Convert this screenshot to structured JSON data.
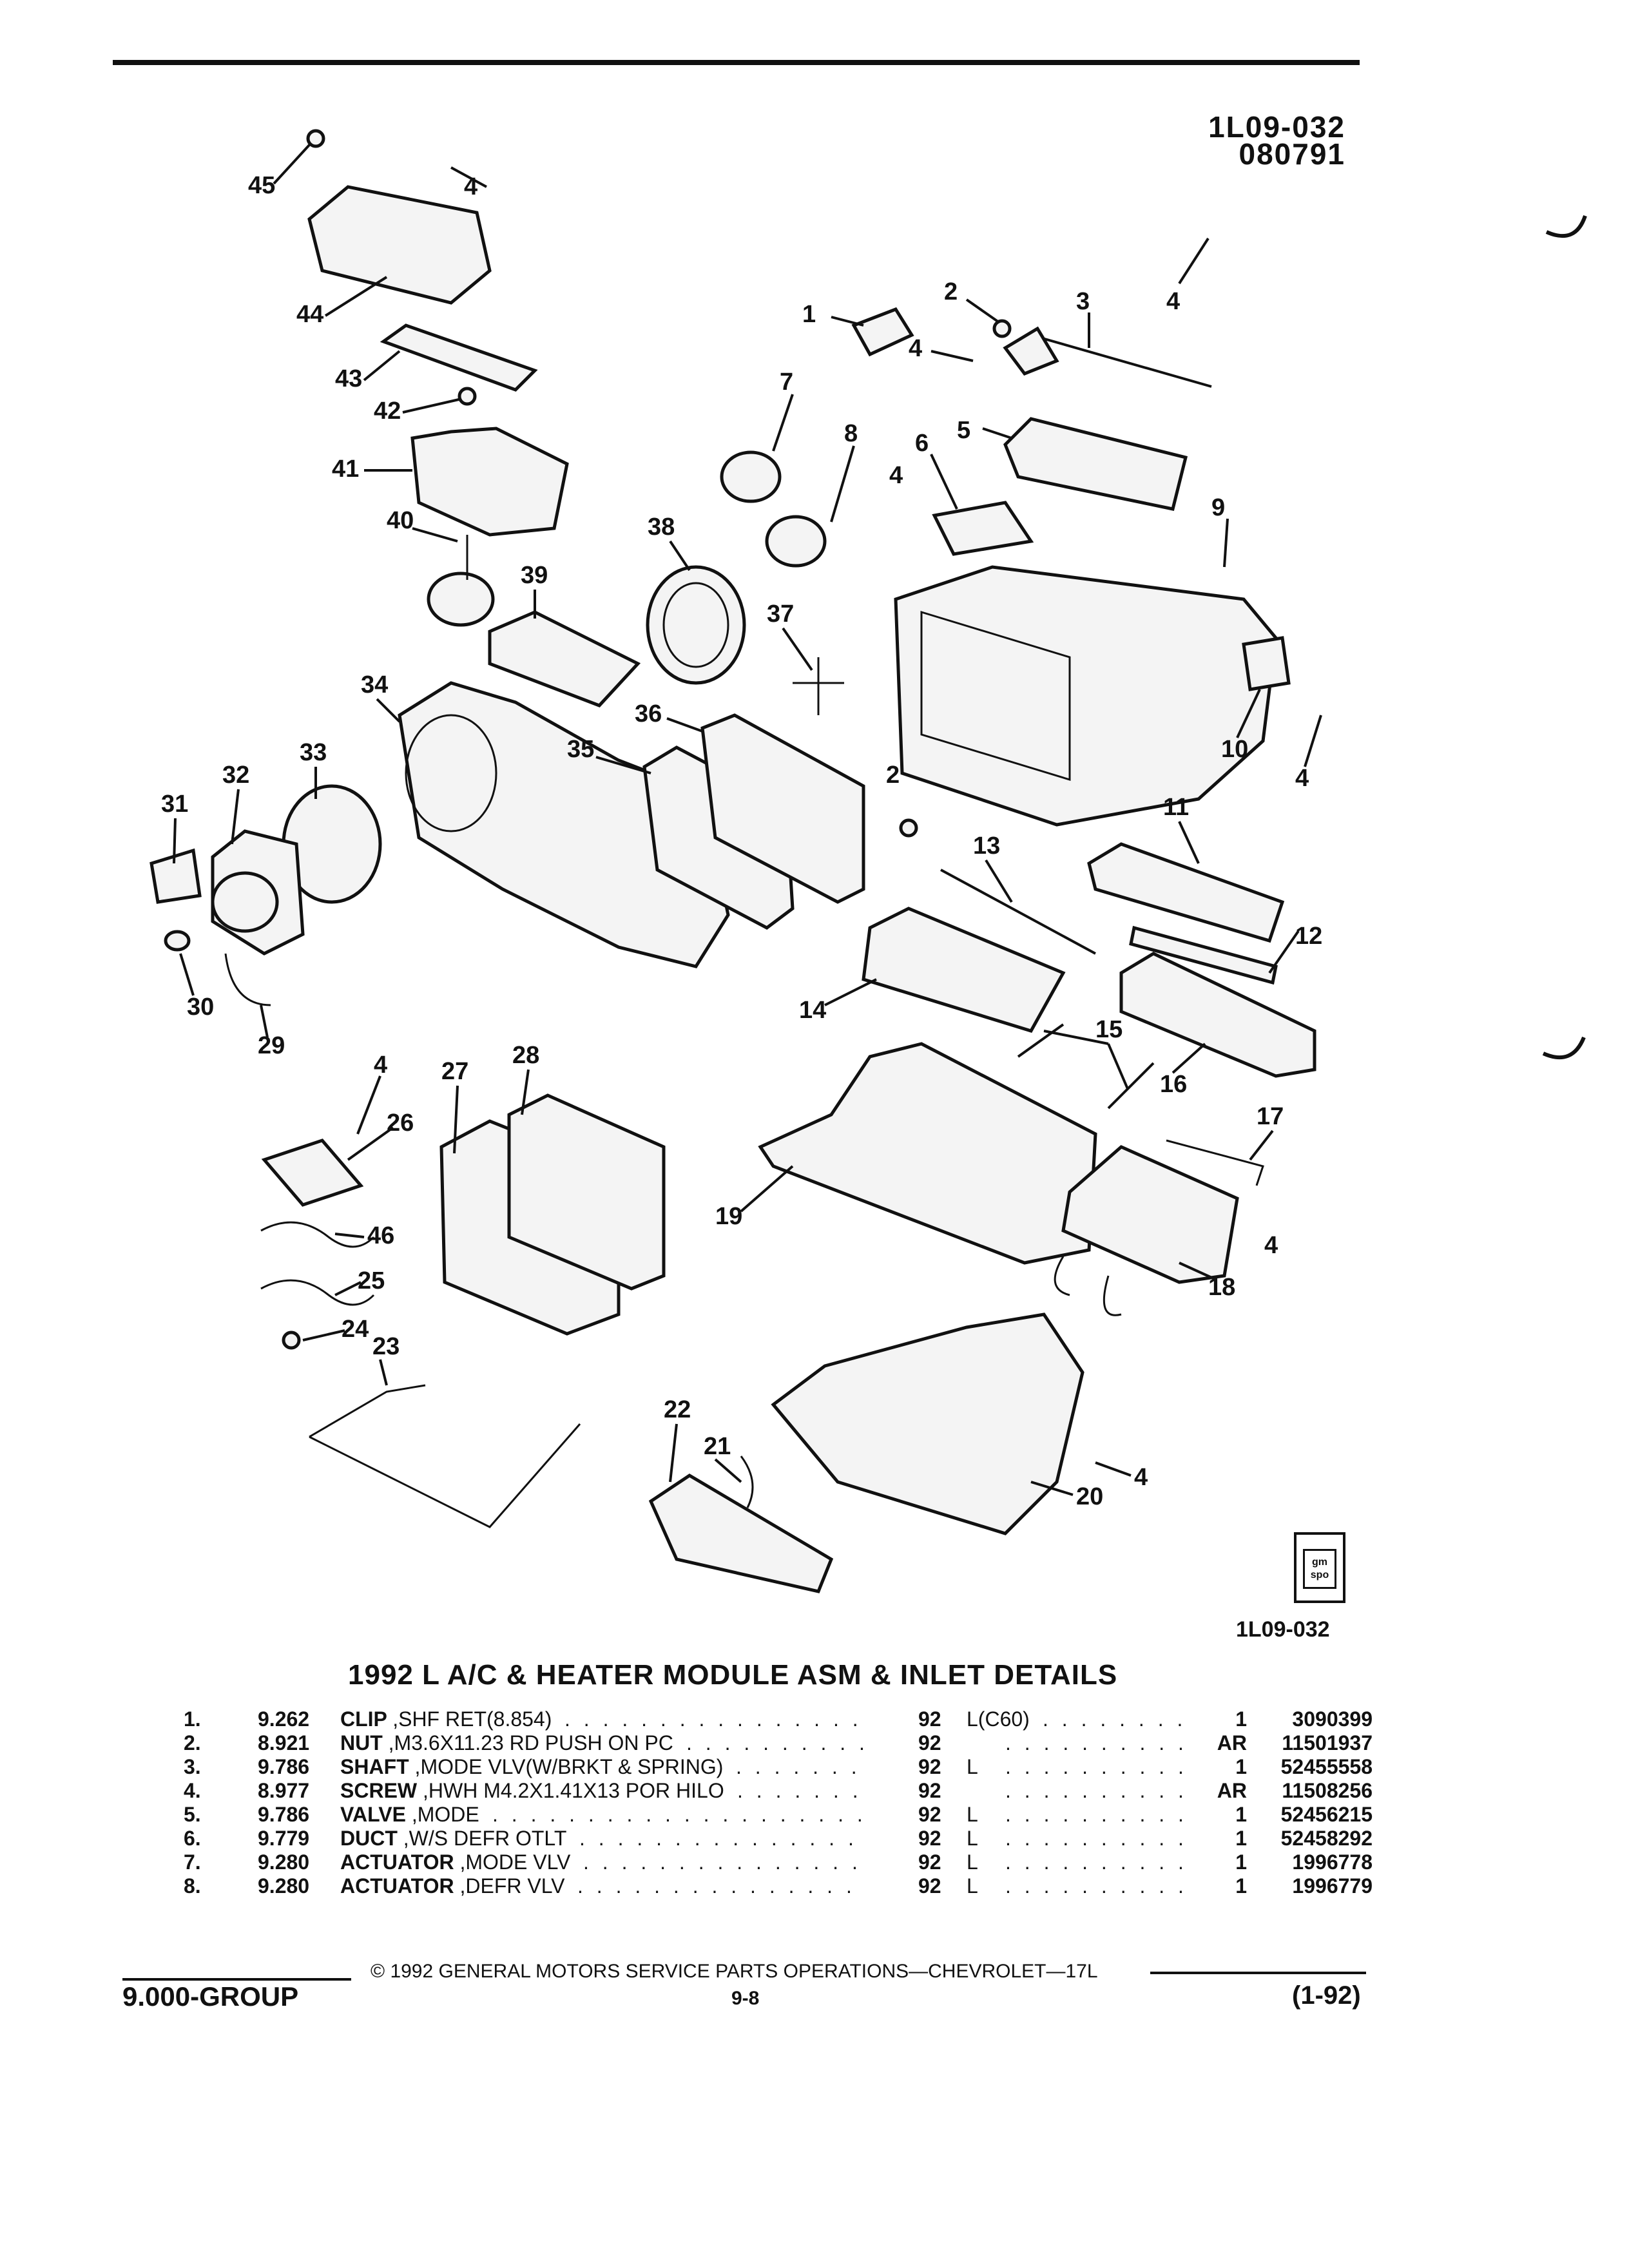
{
  "header": {
    "illustration_code": "1L09-032",
    "date_code": "080791"
  },
  "figure": {
    "code": "1L09-032",
    "logo_text": "gm spo",
    "callouts": [
      "1",
      "2",
      "3",
      "4",
      "5",
      "6",
      "7",
      "8",
      "9",
      "10",
      "11",
      "12",
      "13",
      "14",
      "15",
      "16",
      "17",
      "18",
      "19",
      "20",
      "21",
      "22",
      "23",
      "24",
      "25",
      "26",
      "27",
      "28",
      "29",
      "30",
      "31",
      "32",
      "33",
      "34",
      "35",
      "36",
      "37",
      "38",
      "39",
      "40",
      "41",
      "42",
      "43",
      "44",
      "45",
      "46"
    ]
  },
  "section_title": "1992 L A/C & HEATER MODULE ASM & INLET DETAILS",
  "parts": [
    {
      "num": "1.",
      "group": "9.262",
      "name": "CLIP",
      "desc": ",SHF RET(8.854)",
      "year": "92",
      "app": "L(C60)",
      "qty": "1",
      "part_no": "3090399"
    },
    {
      "num": "2.",
      "group": "8.921",
      "name": "NUT",
      "desc": ",M3.6X11.23 RD PUSH ON PC",
      "year": "92",
      "app": "",
      "qty": "AR",
      "part_no": "11501937"
    },
    {
      "num": "3.",
      "group": "9.786",
      "name": "SHAFT",
      "desc": ",MODE VLV(W/BRKT & SPRING)",
      "year": "92",
      "app": "L",
      "qty": "1",
      "part_no": "52455558"
    },
    {
      "num": "4.",
      "group": "8.977",
      "name": "SCREW",
      "desc": ",HWH M4.2X1.41X13 POR HILO",
      "year": "92",
      "app": "",
      "qty": "AR",
      "part_no": "11508256"
    },
    {
      "num": "5.",
      "group": "9.786",
      "name": "VALVE",
      "desc": ",MODE",
      "year": "92",
      "app": "L",
      "qty": "1",
      "part_no": "52456215"
    },
    {
      "num": "6.",
      "group": "9.779",
      "name": "DUCT",
      "desc": ",W/S DEFR OTLT",
      "year": "92",
      "app": "L",
      "qty": "1",
      "part_no": "52458292"
    },
    {
      "num": "7.",
      "group": "9.280",
      "name": "ACTUATOR",
      "desc": ",MODE VLV",
      "year": "92",
      "app": "L",
      "qty": "1",
      "part_no": "1996778"
    },
    {
      "num": "8.",
      "group": "9.280",
      "name": "ACTUATOR",
      "desc": ",DEFR VLV",
      "year": "92",
      "app": "L",
      "qty": "1",
      "part_no": "1996779"
    }
  ],
  "footer": {
    "copyright": "© 1992 GENERAL MOTORS SERVICE PARTS OPERATIONS—CHEVROLET—17L",
    "group": "9.000-GROUP",
    "page": "9-8",
    "revision": "(1-92)"
  }
}
